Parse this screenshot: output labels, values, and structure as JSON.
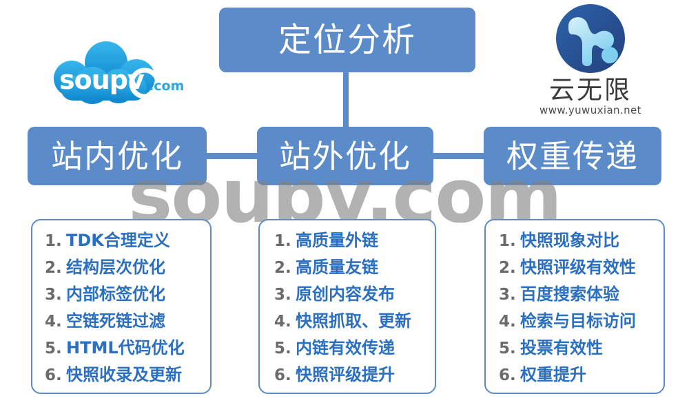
{
  "diagram": {
    "root": {
      "label": "定位分析"
    },
    "branches": [
      {
        "id": "on-site",
        "label": "站内优化"
      },
      {
        "id": "off-site",
        "label": "站外优化"
      },
      {
        "id": "weight",
        "label": "权重传递"
      }
    ],
    "columns": [
      {
        "id": "on-site-items",
        "items": [
          {
            "num": "1.",
            "label": "TDK合理定义"
          },
          {
            "num": "2.",
            "label": "结构层次优化"
          },
          {
            "num": "3.",
            "label": "内部标签优化"
          },
          {
            "num": "4.",
            "label": "空链死链过滤"
          },
          {
            "num": "5.",
            "label": "HTML代码优化"
          },
          {
            "num": "6.",
            "label": "快照收录及更新"
          }
        ]
      },
      {
        "id": "off-site-items",
        "items": [
          {
            "num": "1.",
            "label": "高质量外链"
          },
          {
            "num": "2.",
            "label": "高质量友链"
          },
          {
            "num": "3.",
            "label": "原创内容发布"
          },
          {
            "num": "4.",
            "label": "快照抓取、更新"
          },
          {
            "num": "5.",
            "label": "内链有效传递"
          },
          {
            "num": "6.",
            "label": "快照评级提升"
          }
        ]
      },
      {
        "id": "weight-items",
        "items": [
          {
            "num": "1.",
            "label": "快照现象对比"
          },
          {
            "num": "2.",
            "label": "快照评级有效性"
          },
          {
            "num": "3.",
            "label": "百度搜索体验"
          },
          {
            "num": "4.",
            "label": "检索与目标访问"
          },
          {
            "num": "5.",
            "label": "投票有效性"
          },
          {
            "num": "6.",
            "label": "权重提升"
          }
        ]
      }
    ]
  },
  "watermark": {
    "text": "soupv.com"
  },
  "logo_left": {
    "name": "soupv-cloud-logo",
    "wordmark": "soupv",
    "suffix": ".com",
    "cloud_color": "#2fa8e5",
    "suffix_color": "#2ea6e0"
  },
  "logo_right": {
    "name": "yuwuxian-logo",
    "brand_cn": "云无限",
    "url": "www.yuwuxian.net",
    "circle_color": "#2e5596",
    "accent_color": "#a9ddf4"
  },
  "colors": {
    "box_blue": "#5b8bc8",
    "list_border": "#5b8bc8",
    "list_text": "#2b6fc0",
    "list_number": "#6b6b6b",
    "watermark": "#828282",
    "background": "#ffffff"
  }
}
